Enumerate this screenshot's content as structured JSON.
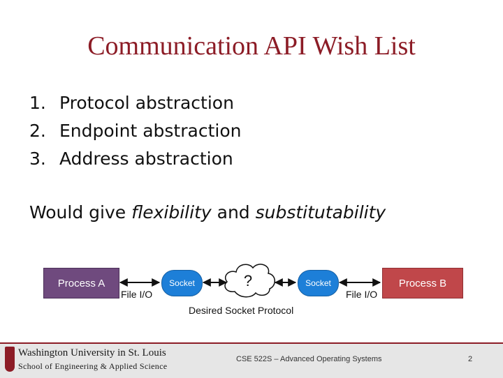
{
  "slide": {
    "title": "Communication API Wish List",
    "list": [
      {
        "num": "1.",
        "text": "Protocol abstraction"
      },
      {
        "num": "2.",
        "text": "Endpoint abstraction"
      },
      {
        "num": "3.",
        "text": "Address abstraction"
      }
    ],
    "statement": {
      "prefix": "Would give ",
      "em1": "flexibility",
      "mid": " and ",
      "em2": "substitutability"
    }
  },
  "diagram": {
    "process_a": "Process A",
    "process_b": "Process B",
    "socket_left": "Socket",
    "socket_right": "Socket",
    "file_io_left": "File I/O",
    "file_io_right": "File I/O",
    "cloud_label": "?",
    "protocol_label": "Desired Socket Protocol",
    "colors": {
      "process_a": "#6f4a7e",
      "process_b": "#c0474a",
      "socket": "#1d7fd8"
    }
  },
  "footer": {
    "logo_line1": "Washington University in St. Louis",
    "logo_line2": "School of Engineering & Applied Science",
    "course": "CSE 522S – Advanced Operating Systems",
    "page": "2"
  }
}
